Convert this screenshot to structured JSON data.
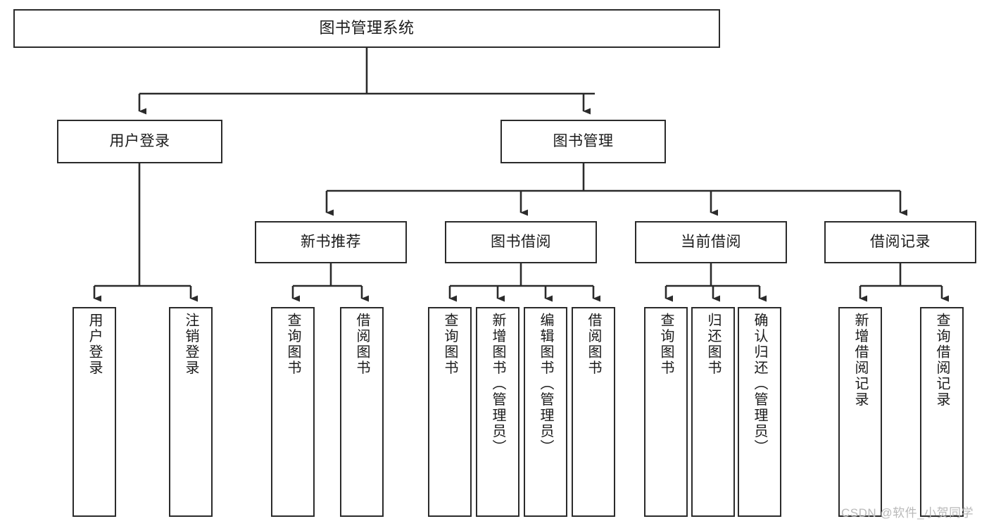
{
  "diagram": {
    "title": "图书管理系统",
    "watermark": "CSDN @软件_小贺同学",
    "colors": {
      "background": "#ffffff",
      "box_border": "#2b2b2b",
      "edge": "#2b2b2b",
      "text": "#1b1b1b",
      "watermark": "#b9b9b9"
    },
    "levels": {
      "root": "图书管理系统",
      "level2": [
        "用户登录",
        "图书管理"
      ],
      "level3": [
        "新书推荐",
        "图书借阅",
        "当前借阅",
        "借阅记录"
      ]
    },
    "nodes": {
      "root": {
        "label": "图书管理系统"
      },
      "user_login": {
        "label": "用户登录"
      },
      "book_manage": {
        "label": "图书管理"
      },
      "new_book_rec": {
        "label": "新书推荐"
      },
      "book_borrow": {
        "label": "图书借阅"
      },
      "current_borrow": {
        "label": "当前借阅"
      },
      "borrow_record": {
        "label": "借阅记录"
      },
      "leaf_user_login": {
        "label": "用户登录"
      },
      "leaf_user_logout": {
        "label": "注销登录"
      },
      "leaf_rec_query": {
        "label": "查询图书"
      },
      "leaf_rec_borrow": {
        "label": "借阅图书"
      },
      "leaf_borrow_query": {
        "label": "查询图书"
      },
      "leaf_borrow_add": {
        "label": "新增图书（管理员）"
      },
      "leaf_borrow_edit": {
        "label": "编辑图书（管理员）"
      },
      "leaf_borrow_do": {
        "label": "借阅图书"
      },
      "leaf_cur_query": {
        "label": "查询图书"
      },
      "leaf_cur_return": {
        "label": "归还图书"
      },
      "leaf_cur_confirm": {
        "label": "确认归还（管理员）"
      },
      "leaf_rec_add": {
        "label": "新增借阅记录"
      },
      "leaf_rec_search": {
        "label": "查询借阅记录"
      }
    },
    "edges": [
      {
        "from": "root",
        "to": "用户登录"
      },
      {
        "from": "root",
        "to": "图书管理"
      },
      {
        "from": "用户登录",
        "to": "用户登录(叶)"
      },
      {
        "from": "用户登录",
        "to": "注销登录"
      },
      {
        "from": "图书管理",
        "to": "新书推荐"
      },
      {
        "from": "图书管理",
        "to": "图书借阅"
      },
      {
        "from": "图书管理",
        "to": "当前借阅"
      },
      {
        "from": "图书管理",
        "to": "借阅记录"
      },
      {
        "from": "新书推荐",
        "to": "查询图书"
      },
      {
        "from": "新书推荐",
        "to": "借阅图书"
      },
      {
        "from": "图书借阅",
        "to": "查询图书"
      },
      {
        "from": "图书借阅",
        "to": "新增图书（管理员）"
      },
      {
        "from": "图书借阅",
        "to": "编辑图书（管理员）"
      },
      {
        "from": "图书借阅",
        "to": "借阅图书"
      },
      {
        "from": "当前借阅",
        "to": "查询图书"
      },
      {
        "from": "当前借阅",
        "to": "归还图书"
      },
      {
        "from": "当前借阅",
        "to": "确认归还（管理员）"
      },
      {
        "from": "借阅记录",
        "to": "新增借阅记录"
      },
      {
        "from": "借阅记录",
        "to": "查询借阅记录"
      }
    ]
  }
}
